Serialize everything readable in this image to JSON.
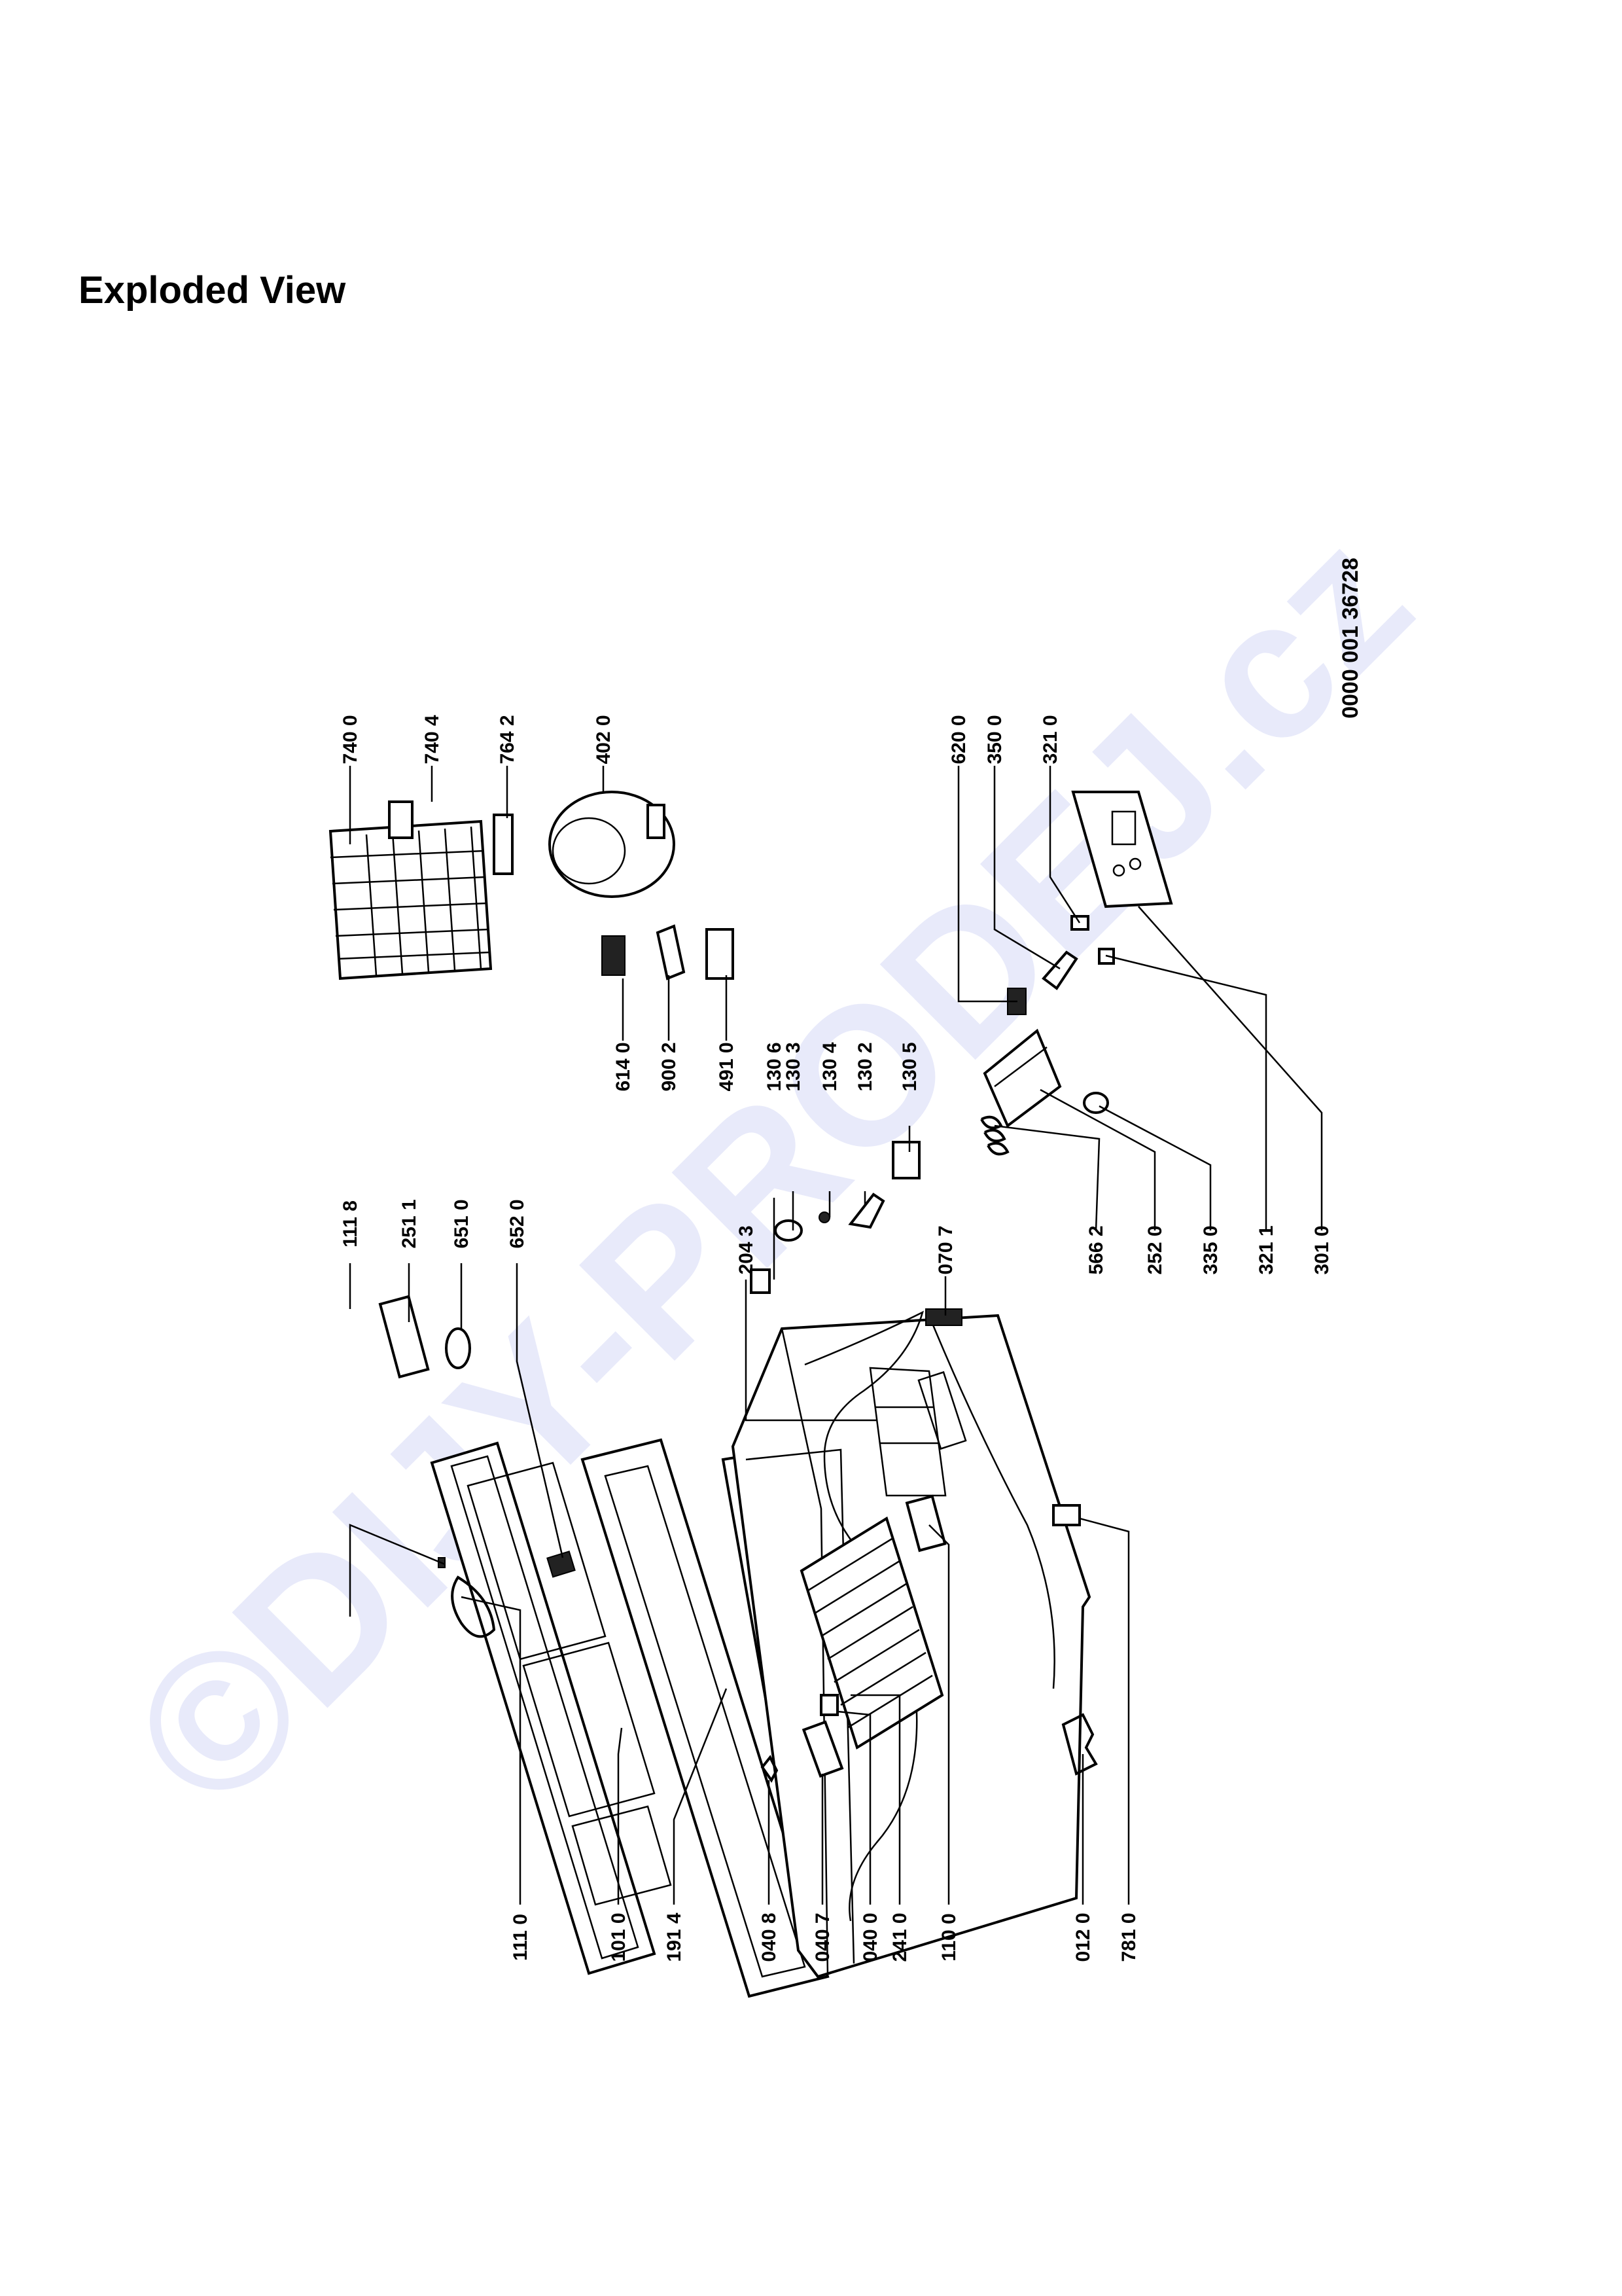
{
  "title": "Exploded View",
  "watermark": "©DIJY-PRODEJ.cz",
  "document_code": "0000 001 36728",
  "colors": {
    "watermark": "#e6e8fa",
    "line": "#000000"
  },
  "labels": [
    "111 8",
    "251 1",
    "651 0",
    "652 0",
    "204 3",
    "130 6",
    "130 3",
    "130 4",
    "130 2",
    "130 5",
    "614 0",
    "900 2",
    "491 0",
    "740 0",
    "740 4",
    "764 2",
    "402 0",
    "620 0",
    "350 0",
    "321 0",
    "070 7",
    "566 2",
    "252 0",
    "335 0",
    "321 1",
    "301 0",
    "111 0",
    "101 0",
    "191 4",
    "040 8",
    "040 7",
    "040 0",
    "241 0",
    "110 0",
    "012 0",
    "781 0"
  ]
}
